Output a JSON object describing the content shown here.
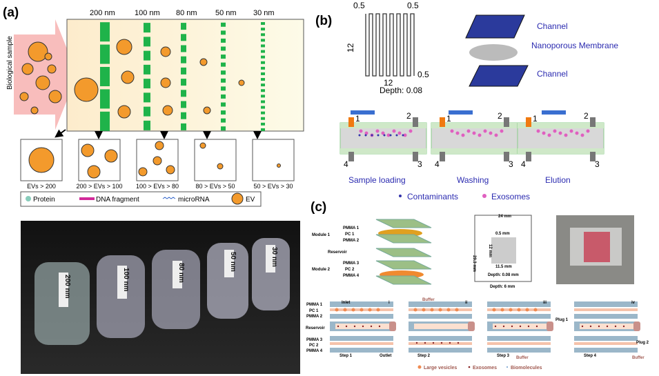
{
  "panel_a": {
    "label": "(a)",
    "side_label": "Biological sample",
    "columns": [
      "200 nm",
      "100 nm",
      "80 nm",
      "50 nm",
      "30 nm"
    ],
    "bins": [
      "EVs > 200",
      "200 > EVs > 100",
      "100 > EVs > 80",
      "80 > EVs > 50",
      "50 > EVs > 30"
    ],
    "legend": [
      "Protein",
      "DNA fragment",
      "microRNA",
      "EV"
    ],
    "photo_labels": [
      "200 nm",
      "100 nm",
      "80 nm",
      "50 nm",
      "30 nm"
    ],
    "colors": {
      "ev": "#f39a2c",
      "filter": "#1fb34a",
      "arrow": "#f7a8a8",
      "chamber": "#fdf6d8"
    }
  },
  "panel_b": {
    "label": "(b)",
    "dims": {
      "w1": "0.5",
      "w2": "0.5",
      "h": "12",
      "w": "12",
      "r": "0.5",
      "depth": "Depth: 0.08"
    },
    "layers": [
      "Channel",
      "Nanoporous Membrane",
      "Channel"
    ],
    "ports": [
      "1",
      "2",
      "3",
      "4"
    ],
    "steps": [
      "Sample loading",
      "Washing",
      "Elution"
    ],
    "legend": [
      "Contaminants",
      "Exosomes"
    ]
  },
  "panel_c": {
    "label": "(c)",
    "modules": [
      {
        "name": "Module 1",
        "layers": [
          "PMMA 1",
          "PC 1",
          "PMMA 2"
        ]
      },
      {
        "name": "Module 2",
        "layers": [
          "PMMA 3",
          "PC 2",
          "PMMA 4"
        ]
      }
    ],
    "reservoir": "Reservoir",
    "dims": {
      "width": "24 mm",
      "height": "29.3 mm",
      "pitch": "0.5 mm",
      "ch_h": "12 mm",
      "ch_w": "11.5 mm",
      "depth1": "Depth: 0.08 mm",
      "depth2": "Depth: 6 mm"
    },
    "row_labels": [
      "PMMA 1",
      "PC 1",
      "PMMA 2",
      "Reservoir",
      "PMMA 3",
      "PC 2",
      "PMMA 4"
    ],
    "steps": [
      {
        "num": "i",
        "name": "Step 1",
        "notes": [
          "Inlet",
          "Outlet"
        ]
      },
      {
        "num": "ii",
        "name": "Step 2",
        "notes": [
          "Buffer"
        ]
      },
      {
        "num": "iii",
        "name": "Step 3",
        "notes": [
          "Plug 1",
          "Buffer"
        ]
      },
      {
        "num": "iv",
        "name": "Step 4",
        "notes": [
          "Plug 2",
          "Buffer"
        ]
      }
    ],
    "legend": [
      "Large vesicles",
      "Exosomes",
      "Biomolecules"
    ]
  }
}
